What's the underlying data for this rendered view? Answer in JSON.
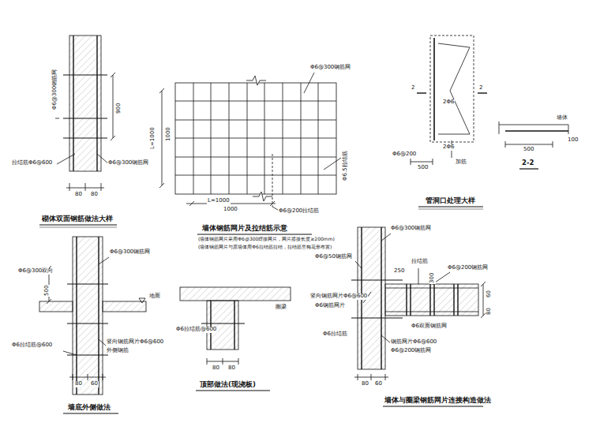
{
  "diagram": {
    "labels": [
      "Φ6@300钢筋网",
      "900",
      "拉结筋Φ6@600",
      "Φ6@300钢筋网",
      "80",
      "80",
      "砌体双面钢筋做法大样",
      "Φ6@300钢筋网",
      "L=1000",
      "1000",
      "L=1000",
      "1000",
      "Φ6.5拉结筋",
      "Φ6@200拉结筋",
      "墙体钢筋网片及拉结筋示意",
      "(墙体钢筋网片采用Φ6@300焊接网片，网片搭接长度≥200mm)",
      "(墙体钢筋网片与原墙体用Φ6拉结筋拉结，拉结筋呈梅花形布置)",
      "2",
      "2",
      "2Φ6",
      "2Φ6",
      "Φ6@200",
      "500",
      "加筋",
      "管洞口处理大样",
      "墙体",
      "500",
      "100",
      "2-2",
      "Φ6@300钢筋网",
      "Φ6@300双向",
      "500",
      "地面",
      "Φ6拉结筋@600",
      "竖向钢筋网片Φ6@600",
      "外侧钢筋",
      "80",
      "60",
      "墙底外侧做法",
      "圈梁",
      "Φ6拉结筋@600",
      "80",
      "80",
      "顶部做法(现浇板)",
      "Φ6@300钢筋网",
      "Φ6@50钢筋网",
      "拉结筋",
      "Φ6@200钢筋网",
      "250",
      "300",
      "竖向钢筋网片Φ6@600",
      "Φ6钢筋网片",
      "Φ6拉结筋",
      "钢筋网片Φ6@600",
      "Φ6@200钢筋网",
      "80",
      "60",
      "60",
      "80",
      "Φ6双面钢筋网",
      "墙体与圈梁钢筋网片连接构造做法"
    ]
  }
}
